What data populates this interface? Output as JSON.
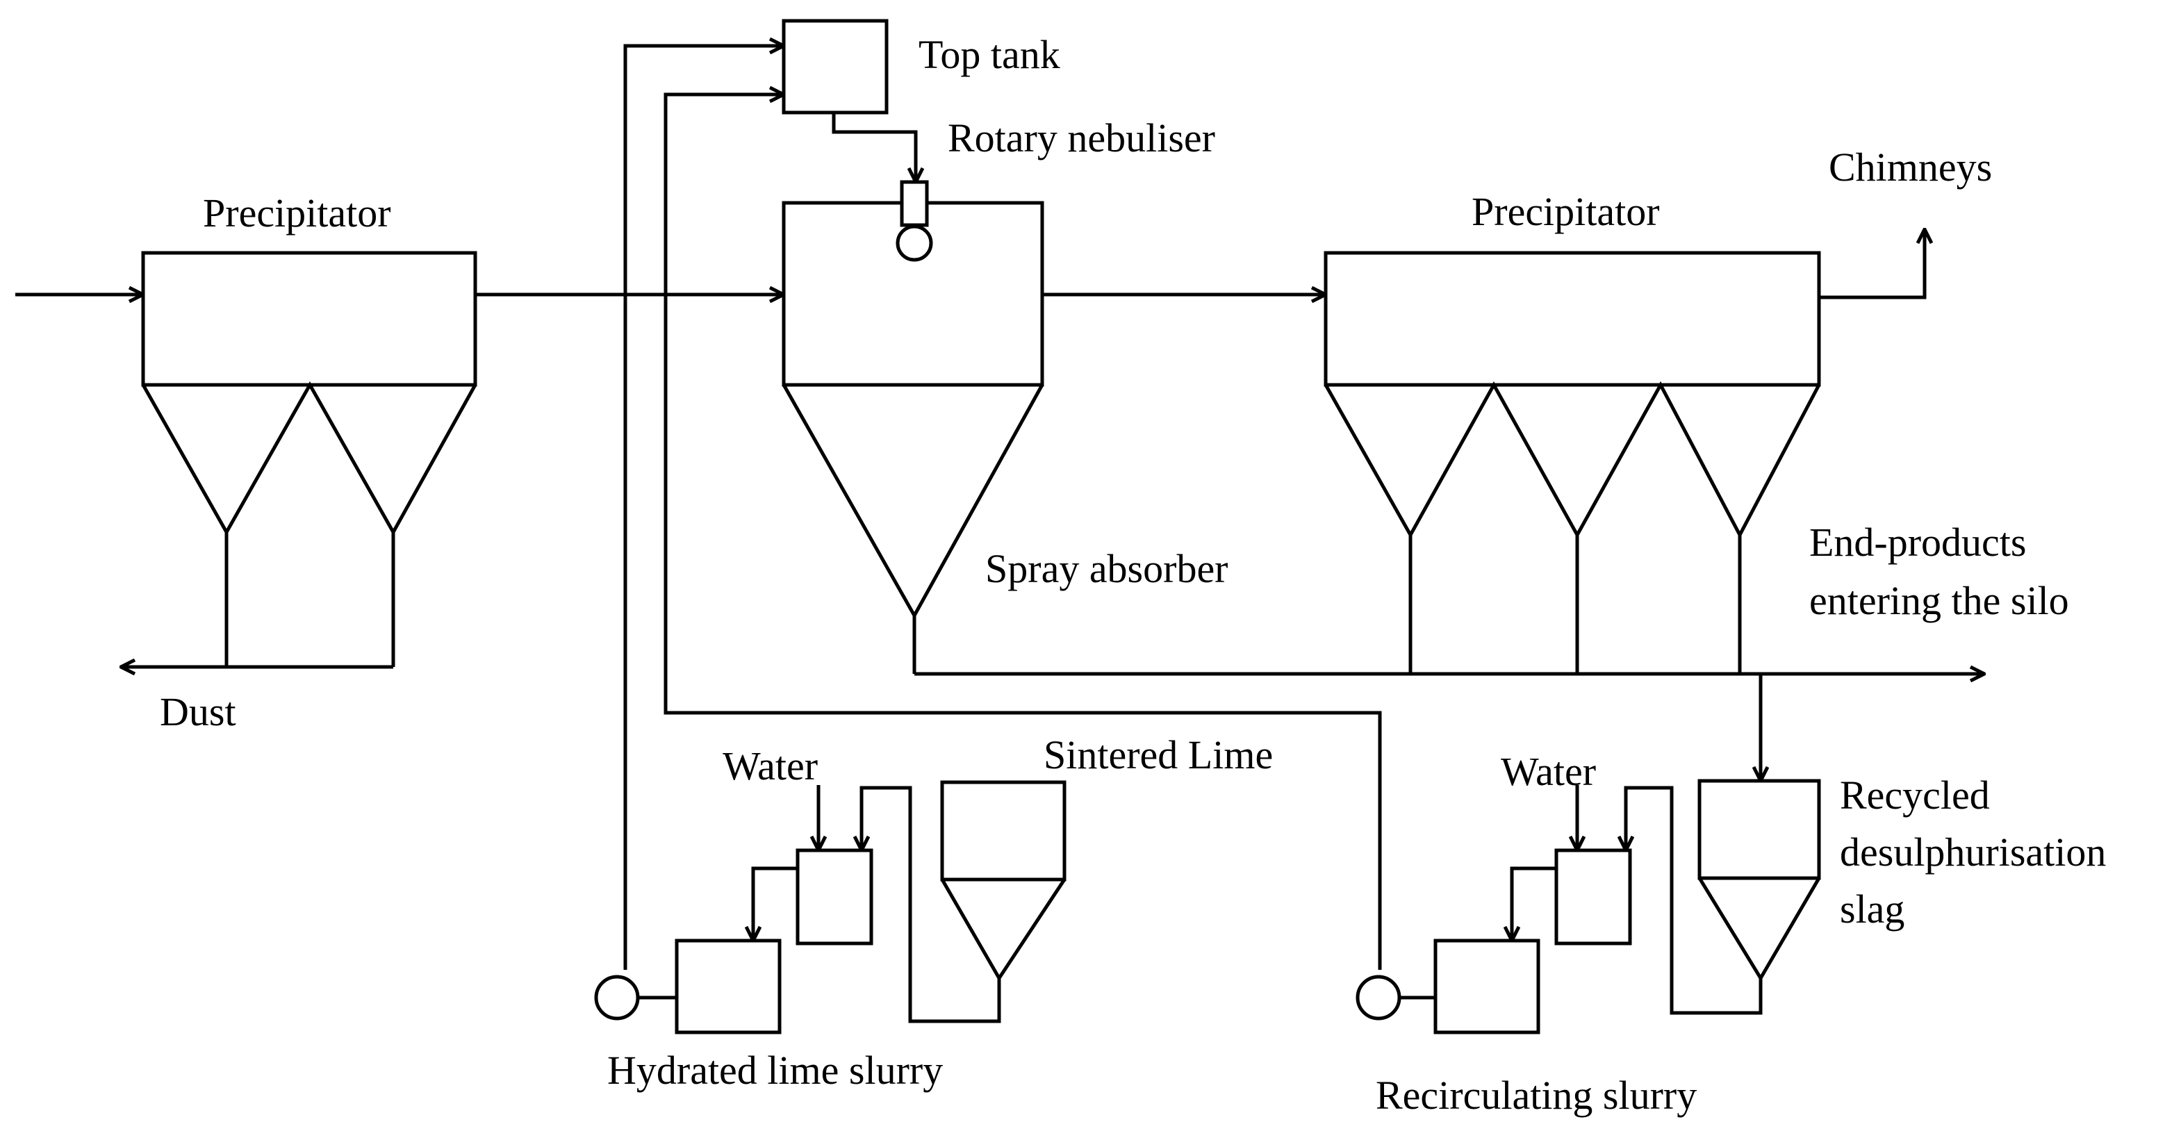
{
  "labels": {
    "top_tank": "Top tank",
    "rotary_nebuliser": "Rotary nebuliser",
    "precipitator_left": "Precipitator",
    "precipitator_right": "Precipitator",
    "chimneys": "Chimneys",
    "dust": "Dust",
    "spray_absorber": "Spray absorber",
    "end_products_line1": "End-products",
    "end_products_line2": "entering the silo",
    "water_left": "Water",
    "sintered_lime": "Sintered Lime",
    "water_right": "Water",
    "recycled_line1": "Recycled",
    "recycled_line2": "desulphurisation",
    "recycled_line3": "slag",
    "hydrated_lime_slurry": "Hydrated lime slurry",
    "recirculating_slurry": "Recirculating slurry"
  },
  "colors": {
    "stroke": "#000000",
    "background": "#ffffff"
  }
}
